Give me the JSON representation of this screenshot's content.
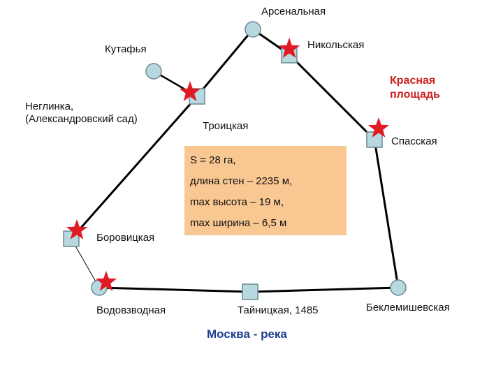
{
  "towers": {
    "arsenalnaya": "Арсенальная",
    "nikolskaya": "Никольская",
    "kutafya": "Кутафья",
    "neglinka": "Неглинка,\n(Александровский сад)",
    "troitskaya": "Троицкая",
    "spasskaya": "Спасская",
    "borovitskaya": "Боровицкая",
    "vodovzvodnaya": "Водовзводная",
    "tainitskaya": "Тайницкая, 1485",
    "beklemishevskaya": "Беклемишевская"
  },
  "red_square": "Красная\nплощадь",
  "river": "Москва - река",
  "info": [
    "S = 28 га,",
    "длина стен – 2235 м,",
    "max высота – 19 м,",
    "max ширина – 6,5 м"
  ],
  "colors": {
    "wall": "#000000",
    "tower_fill": "#b8d8e0",
    "tower_stroke": "#6a8a94",
    "star": "#e01b24",
    "box_fill": "#f9c792",
    "red_label": "#cc2222",
    "river_label": "#1a3f8f"
  }
}
